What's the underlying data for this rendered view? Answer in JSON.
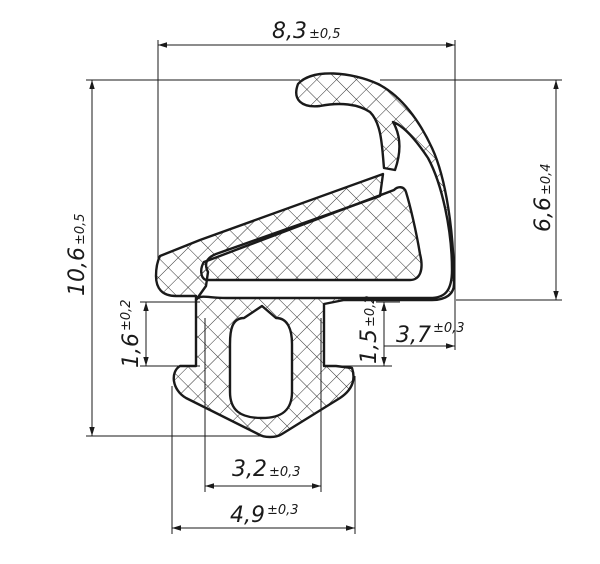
{
  "drawing": {
    "dimensions": {
      "width_top": {
        "value": "8,3",
        "tolerance": "±0,5"
      },
      "height_total": {
        "value": "10,6",
        "tolerance": "±0,5"
      },
      "height_right": {
        "value": "6,6",
        "tolerance": "±0,4"
      },
      "height_left_step": {
        "value": "1,6",
        "tolerance": "±0,2"
      },
      "height_right_step": {
        "value": "1,5",
        "tolerance": "±0,2"
      },
      "offset_right": {
        "value": "3,7",
        "tolerance": "±0,3"
      },
      "width_inner": {
        "value": "3,2",
        "tolerance": "±0,3"
      },
      "width_base": {
        "value": "4,9",
        "tolerance": "±0,3"
      }
    },
    "colors": {
      "ink": "#1a1a1a",
      "paper": "#ffffff"
    }
  }
}
